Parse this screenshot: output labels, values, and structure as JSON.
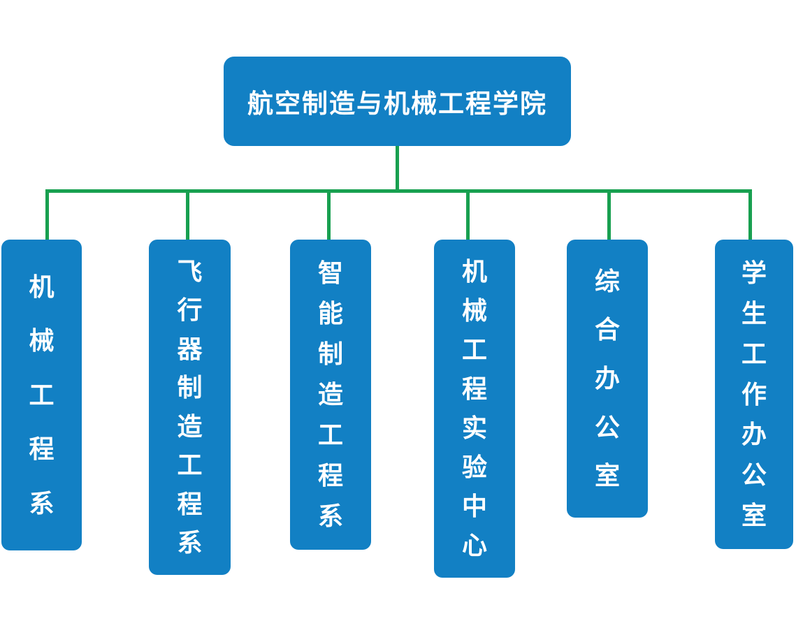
{
  "diagram": {
    "type": "org-chart",
    "root": {
      "label": "航空制造与机械工程学院"
    },
    "children": [
      {
        "label": "机械工程系"
      },
      {
        "label": "飞行器制造工程系"
      },
      {
        "label": "智能制造工程系"
      },
      {
        "label": "机械工程实验中心"
      },
      {
        "label": "综合办公室"
      },
      {
        "label": "学生工作办公室"
      }
    ]
  },
  "colors": {
    "box_fill": "#1280C4",
    "box_text": "#FFFFFF",
    "connector": "#18A050",
    "background": "#FFFFFF"
  }
}
